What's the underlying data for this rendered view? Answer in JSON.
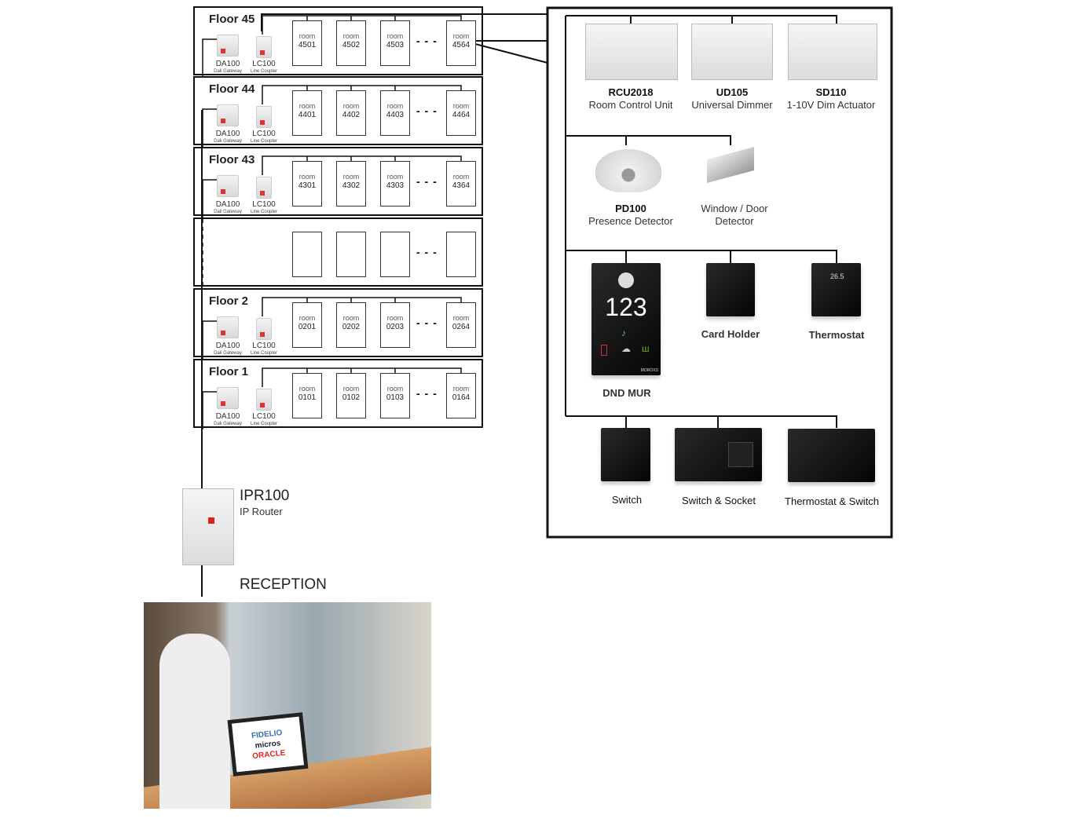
{
  "floors": [
    {
      "title": "Floor 45",
      "rooms": [
        "4501",
        "4502",
        "4503",
        "4564"
      ]
    },
    {
      "title": "Floor 44",
      "rooms": [
        "4401",
        "4402",
        "4403",
        "4464"
      ]
    },
    {
      "title": "Floor 43",
      "rooms": [
        "4301",
        "4302",
        "4303",
        "4364"
      ]
    },
    {
      "title": "",
      "rooms": [
        "",
        "",
        "",
        ""
      ]
    },
    {
      "title": "Floor 2",
      "rooms": [
        "0201",
        "0202",
        "0203",
        "0264"
      ]
    },
    {
      "title": "Floor 1",
      "rooms": [
        "0101",
        "0102",
        "0103",
        "0164"
      ]
    }
  ],
  "room_word": "room",
  "gateway": {
    "name": "DA100",
    "desc": "Dali Gateway"
  },
  "coupler": {
    "name": "LC100",
    "desc": "Line Coupler"
  },
  "router": {
    "name": "IPR100",
    "desc": "IP Router"
  },
  "reception": "RECEPTION",
  "reception_screen": [
    "FIDELIO",
    "micros",
    "ORACLE"
  ],
  "products": {
    "rcu": {
      "name": "RCU2018",
      "desc": "Room Control Unit"
    },
    "ud": {
      "name": "UD105",
      "desc": "Universal Dimmer"
    },
    "sd": {
      "name": "SD110",
      "desc": "1-10V Dim Actuator"
    },
    "pd": {
      "name": "PD100",
      "desc": "Presence Detector"
    },
    "wd": {
      "desc1": "Window / Door",
      "desc2": "Detector"
    },
    "dnd": {
      "name": "DND MUR",
      "display": "123",
      "brand": "MOROXS"
    },
    "card": {
      "name": "Card Holder"
    },
    "thermo": {
      "name": "Thermostat",
      "display": "26.5"
    },
    "switch": {
      "name": "Switch"
    },
    "socket": {
      "name": "Switch & Socket"
    },
    "tswitch": {
      "name": "Thermostat & Switch"
    }
  }
}
